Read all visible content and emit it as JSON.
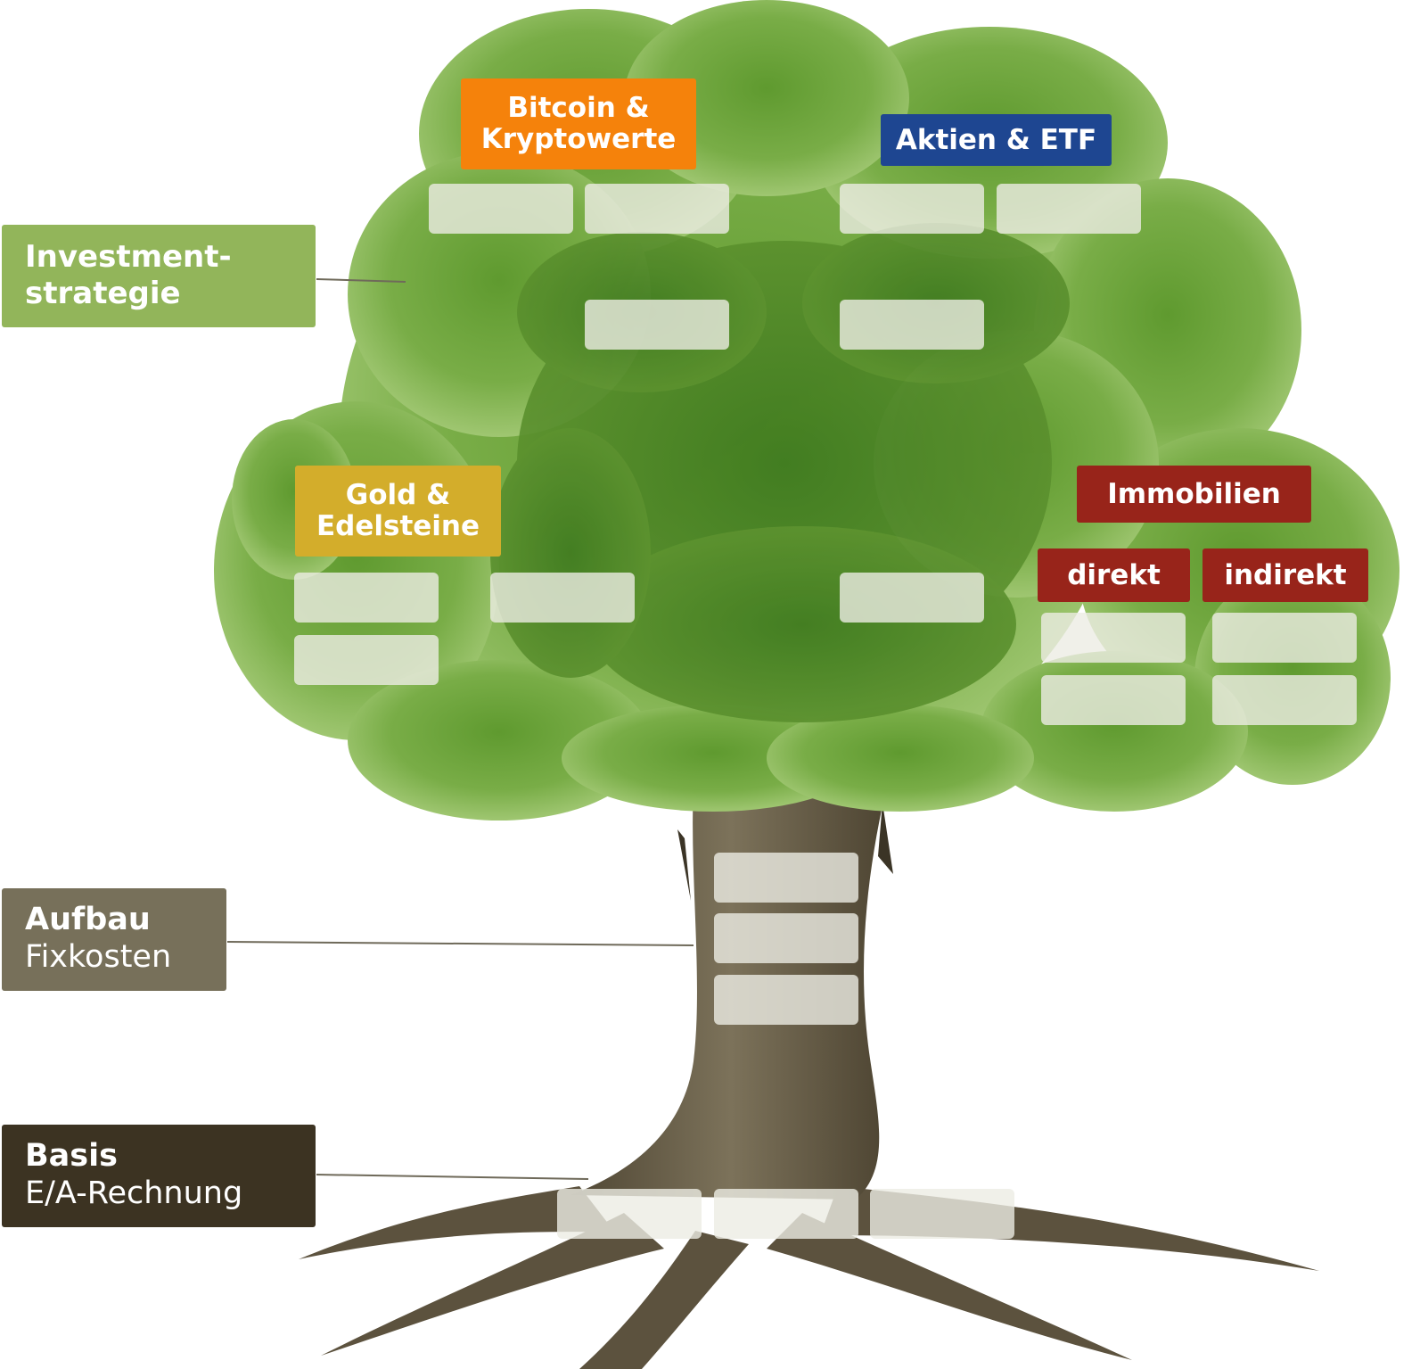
{
  "colors": {
    "bitcoin": "#f5820b",
    "aktien": "#1e4691",
    "gold": "#d3ad2b",
    "immobilien": "#98241a",
    "investment": "#92b55a",
    "aufbau": "#77705a",
    "basis": "#3c3322",
    "foliage": "#6d9e3f",
    "trunk": "#6b604a"
  },
  "categories": {
    "bitcoin": "Bitcoin & Kryptowerte",
    "aktien": "Aktien & ETF",
    "gold": "Gold & Edelsteine",
    "immobilien": "Immobilien",
    "direkt": "direkt",
    "indirekt": "indirekt"
  },
  "side_labels": {
    "investment": {
      "line1": "Investment-",
      "line2": "strategie"
    },
    "aufbau": {
      "title": "Aufbau",
      "subtitle": "Fixkosten"
    },
    "basis": {
      "title": "Basis",
      "subtitle": "E/A-Rechnung"
    }
  }
}
